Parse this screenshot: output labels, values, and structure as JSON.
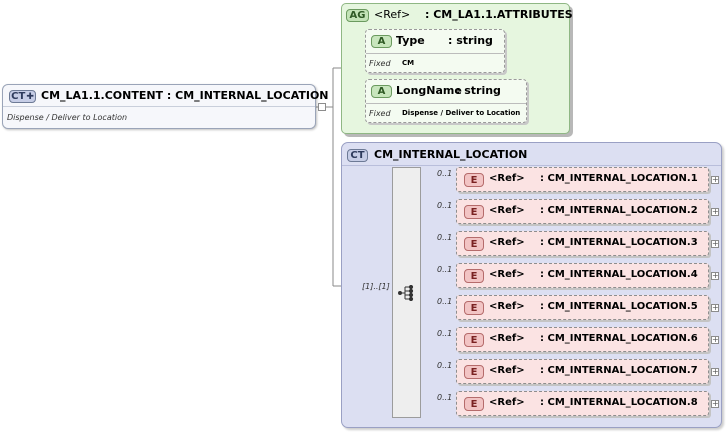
{
  "root": {
    "badge": "CT",
    "title": "CM_LA1.1.CONTENT : CM_INTERNAL_LOCATION",
    "documentation": "Dispense / Deliver to Location"
  },
  "attribute_group": {
    "badge": "AG",
    "ref": "<Ref>",
    "name": ": CM_LA1.1.ATTRIBUTES",
    "attributes": [
      {
        "badge": "A",
        "name": "Type",
        "type": ": string",
        "fixed_label": "Fixed",
        "fixed_value": "CM"
      },
      {
        "badge": "A",
        "name": "LongName",
        "type": ": string",
        "fixed_label": "Fixed",
        "fixed_value": "Dispense / Deliver to Location"
      }
    ]
  },
  "complex_type": {
    "badge": "CT",
    "name": "CM_INTERNAL_LOCATION",
    "sequence_occurrence": "[1]..[1]",
    "elements": [
      {
        "badge": "E",
        "occurrence": "0..1",
        "ref": "<Ref>",
        "name": ": CM_INTERNAL_LOCATION.1",
        "expand": "+"
      },
      {
        "badge": "E",
        "occurrence": "0..1",
        "ref": "<Ref>",
        "name": ": CM_INTERNAL_LOCATION.2",
        "expand": "+"
      },
      {
        "badge": "E",
        "occurrence": "0..1",
        "ref": "<Ref>",
        "name": ": CM_INTERNAL_LOCATION.3",
        "expand": "+"
      },
      {
        "badge": "E",
        "occurrence": "0..1",
        "ref": "<Ref>",
        "name": ": CM_INTERNAL_LOCATION.4",
        "expand": "+"
      },
      {
        "badge": "E",
        "occurrence": "0..1",
        "ref": "<Ref>",
        "name": ": CM_INTERNAL_LOCATION.5",
        "expand": "+"
      },
      {
        "badge": "E",
        "occurrence": "0..1",
        "ref": "<Ref>",
        "name": ": CM_INTERNAL_LOCATION.6",
        "expand": "+"
      },
      {
        "badge": "E",
        "occurrence": "0..1",
        "ref": "<Ref>",
        "name": ": CM_INTERNAL_LOCATION.7",
        "expand": "+"
      },
      {
        "badge": "E",
        "occurrence": "0..1",
        "ref": "<Ref>",
        "name": ": CM_INTERNAL_LOCATION.8",
        "expand": "+"
      }
    ]
  },
  "colors": {
    "complex_type_fill": "#dcdff2",
    "attribute_group_fill": "#e6f6df",
    "element_fill": "#fbe3e3",
    "connector": "#8a8a8a"
  }
}
